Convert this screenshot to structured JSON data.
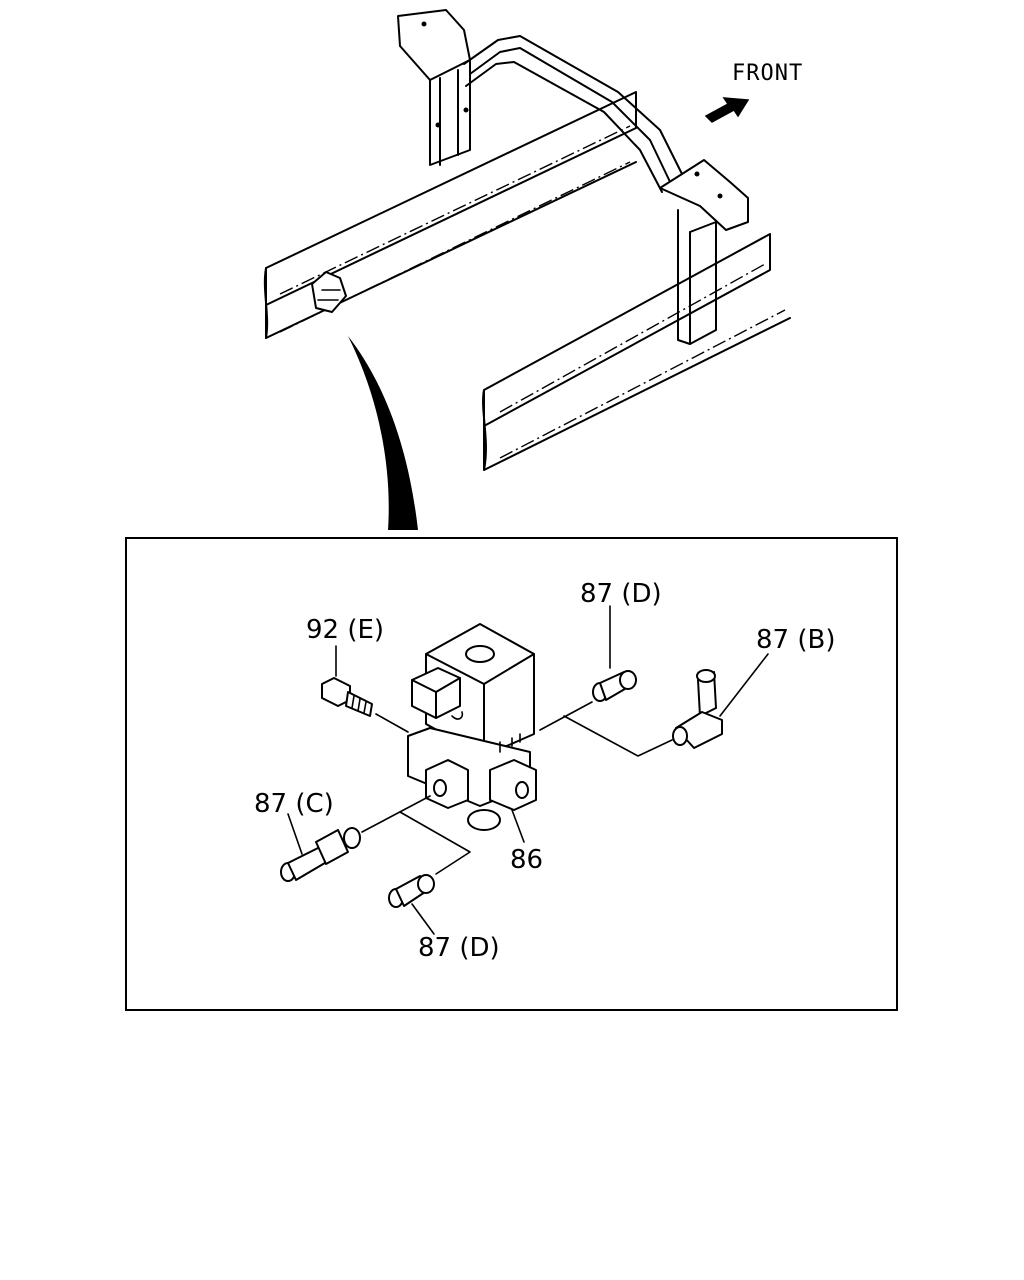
{
  "orientation": {
    "text": "FRONT",
    "icon": "arrow-right-icon"
  },
  "callouts": [
    {
      "id": "callout-92e",
      "text": "92 (E)"
    },
    {
      "id": "callout-87d-top",
      "text": "87 (D)"
    },
    {
      "id": "callout-87b",
      "text": "87 (B)"
    },
    {
      "id": "callout-87c",
      "text": "87 (C)"
    },
    {
      "id": "callout-86",
      "text": "86"
    },
    {
      "id": "callout-87d-bottom",
      "text": "87 (D)"
    }
  ]
}
